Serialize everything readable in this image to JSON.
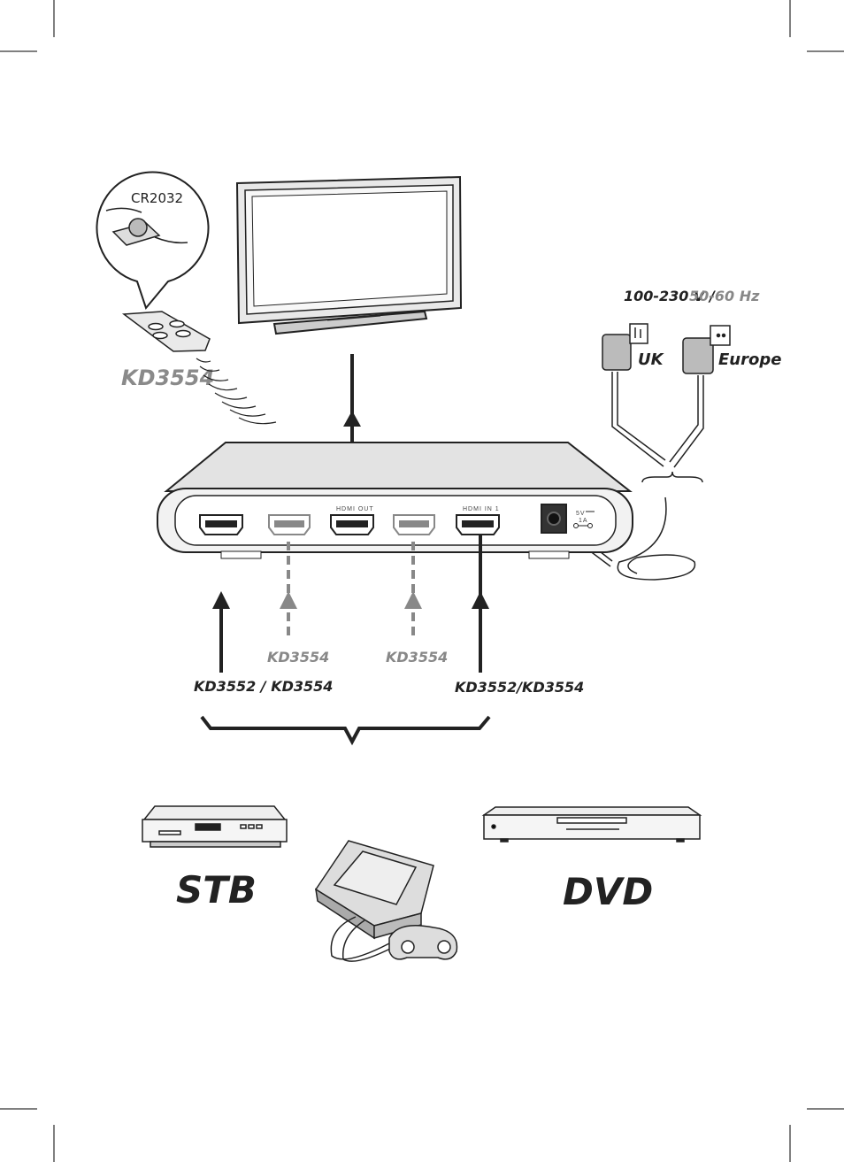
{
  "battery": {
    "label": "CR2032"
  },
  "remote": {
    "label": "KD3554"
  },
  "power": {
    "voltage": "100-230 V /",
    "frequency": "50-60 Hz",
    "plug_uk": "UK",
    "plug_europe": "Europe"
  },
  "switch": {
    "hdmi_out_label": "HDMI OUT",
    "hdmi_in1_label": "HDMI IN 1",
    "dc_voltage": "5V",
    "dc_current": "1A"
  },
  "inputs": {
    "port1": "KD3552 / KD3554",
    "port2": "KD3554",
    "port3": "KD3554",
    "port4": "KD3552/KD3554"
  },
  "devices": {
    "stb": "STB",
    "dvd": "DVD"
  },
  "colors": {
    "line": "#222222",
    "gray": "#888888",
    "light_gray": "#e6e6e6"
  }
}
